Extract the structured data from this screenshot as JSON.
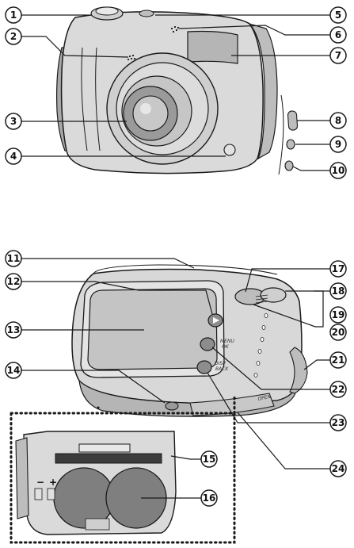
{
  "callouts": [
    {
      "number": "1"
    },
    {
      "number": "2"
    },
    {
      "number": "3"
    },
    {
      "number": "4"
    },
    {
      "number": "5"
    },
    {
      "number": "6"
    },
    {
      "number": "7"
    },
    {
      "number": "8"
    },
    {
      "number": "9"
    },
    {
      "number": "10"
    },
    {
      "number": "11"
    },
    {
      "number": "12"
    },
    {
      "number": "13"
    },
    {
      "number": "14"
    },
    {
      "number": "15"
    },
    {
      "number": "16"
    },
    {
      "number": "17"
    },
    {
      "number": "18"
    },
    {
      "number": "19"
    },
    {
      "number": "20"
    },
    {
      "number": "21"
    },
    {
      "number": "22"
    },
    {
      "number": "23"
    },
    {
      "number": "24"
    }
  ],
  "back_labels": {
    "menu_ok_line1": "MENU",
    "menu_ok_line2": "OK",
    "disp_back_line1": "DISP",
    "disp_back_line2": "BACK",
    "open": "OPEN"
  },
  "battery_labels": {
    "minus": "−",
    "plus": "+"
  },
  "colors": {
    "body_fill": "#d9d9d9",
    "body_shadow": "#a8a8a8",
    "outline": "#1a1a1a",
    "screen": "#c4c4c4",
    "battery": "#7f7f7f"
  }
}
